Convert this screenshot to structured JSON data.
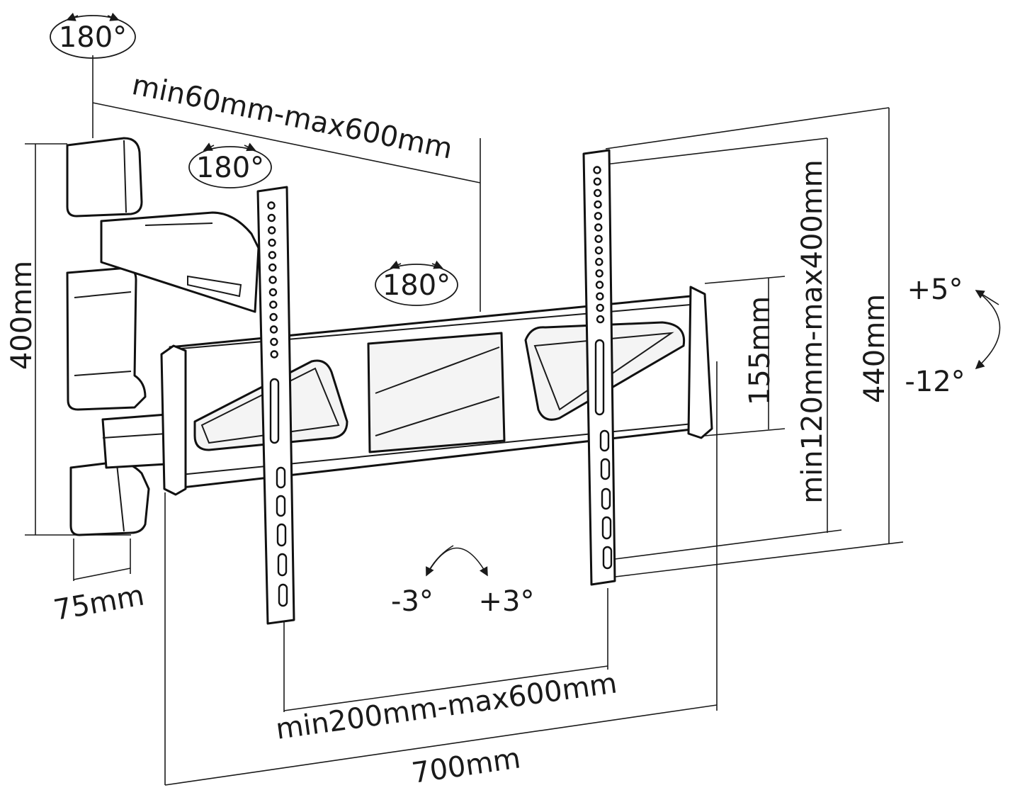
{
  "rotations": {
    "wall_swivel": "180°",
    "arm_swivel": "180°",
    "plate_swivel": "180°"
  },
  "tilt": {
    "up": "+5°",
    "down": "-12°"
  },
  "level_adjust": {
    "minus": "-3°",
    "plus": "+3°"
  },
  "dimensions": {
    "extension": "min60mm-max600mm",
    "wall_plate_height": "400mm",
    "wall_plate_width": "75mm",
    "vesa_horizontal": "min200mm-max600mm",
    "overall_width": "700mm",
    "vesa_vertical": "min120mm-max400mm",
    "rail_height": "155mm",
    "overall_height": "440mm"
  }
}
